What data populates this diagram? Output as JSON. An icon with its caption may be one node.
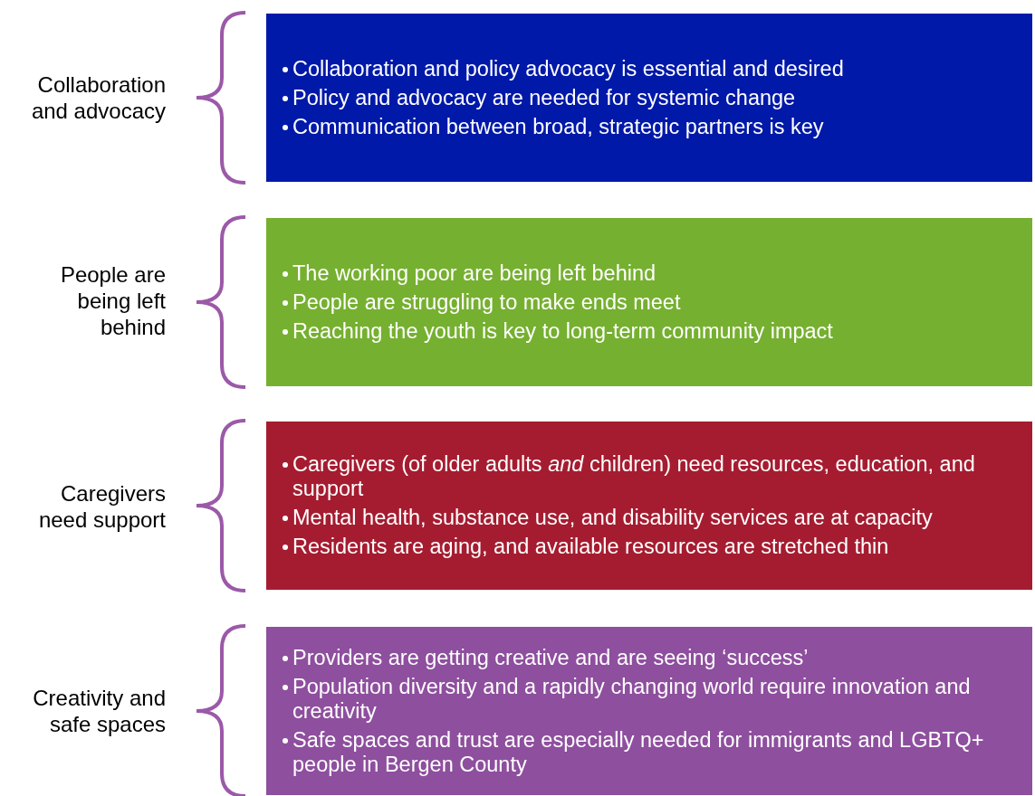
{
  "diagram": {
    "nodes": [
      {
        "text": [
          "Collaboration and advocacy",
          "Collaboration and policy advocacy is essential and desired",
          "Policy and advocacy are needed for systemic change",
          "Communication between broad, strategic partners is key"
        ]
      },
      {
        "text": [
          "People are being left behind",
          "The working poor are being left behind",
          "People are struggling to make ends meet",
          "Reaching the youth is key to long-term community impact"
        ]
      },
      {
        "text": [
          "Caregivers need support",
          "Caregivers (of older adults *and* children) need resources, education, and support",
          "Mental health, substance use, and disability services are at capacity",
          "Residents are aging, and available resources are stretched thin"
        ]
      },
      {
        "text": [
          "Creativity and safe spaces",
          "Providers are getting creative and are seeing ‘success’",
          "Population diversity and a rapidly changing world require innovation and creativity",
          "Safe spaces and trust are especially needed for immigrants and LGBTQ+ people in Bergen County"
        ]
      }
    ]
  }
}
